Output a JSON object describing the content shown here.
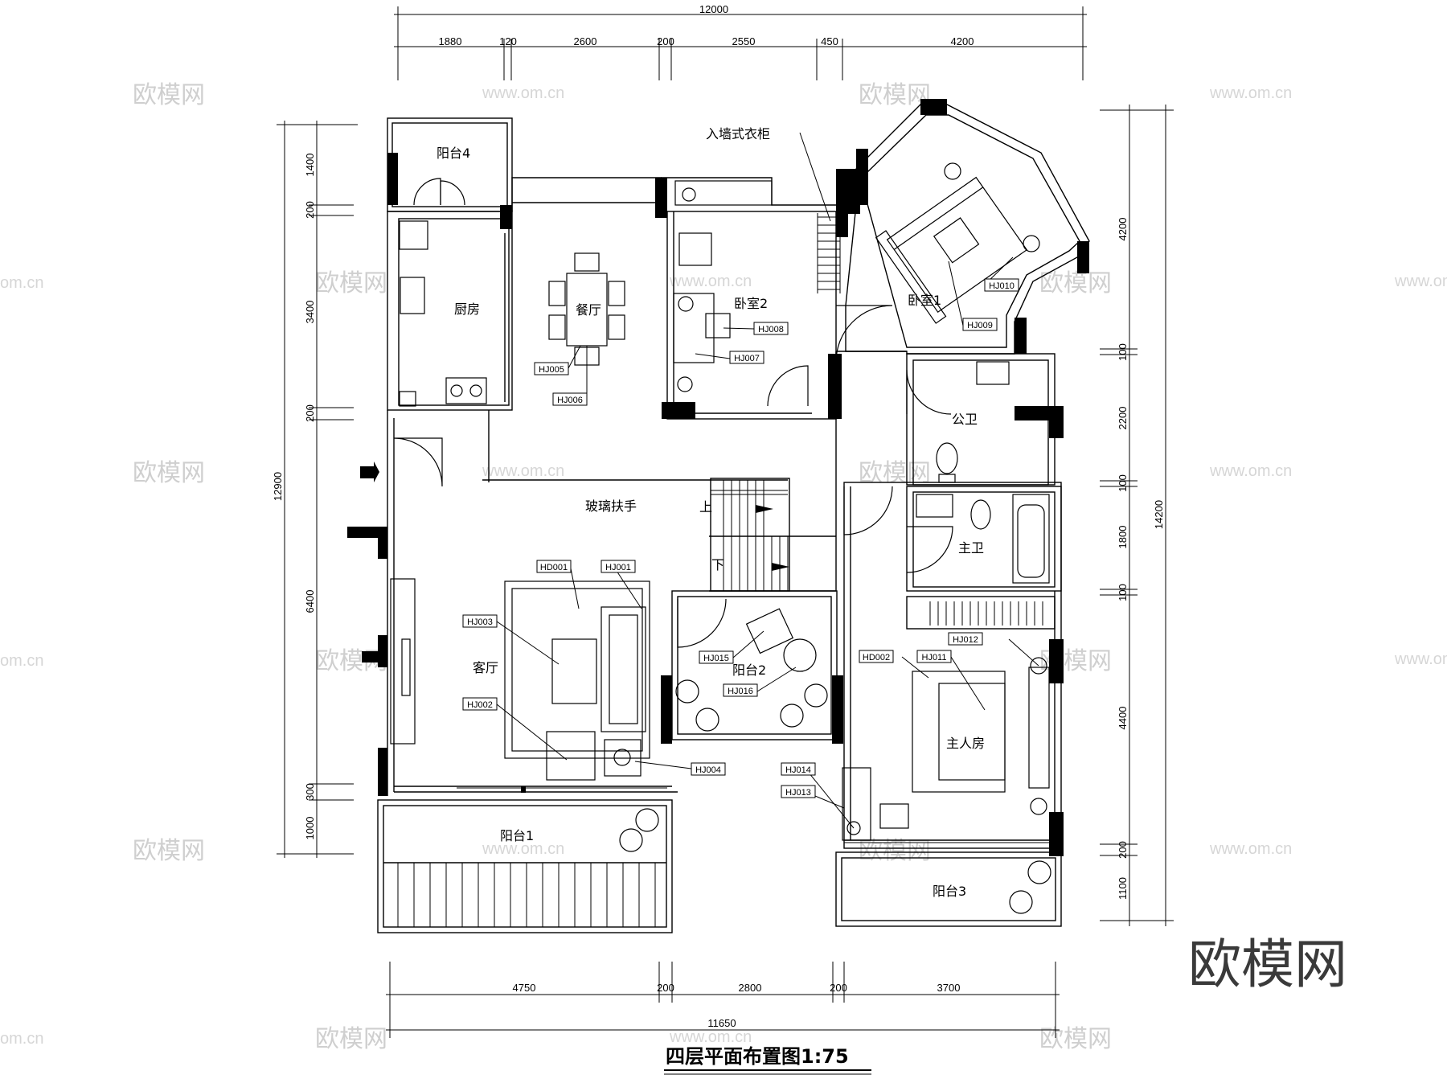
{
  "title": "四层平面布置图1:75",
  "logo": "欧模网",
  "watermark": {
    "text": "欧模网",
    "url": "www.om.cn",
    "url_short": "om.cn"
  },
  "dimensions": {
    "top_total": "12000",
    "top_segments": [
      "1880",
      "120",
      "2600",
      "200",
      "2550",
      "450",
      "4200"
    ],
    "bottom_total": "11650",
    "bottom_segments": [
      "4750",
      "200",
      "2800",
      "200",
      "3700"
    ],
    "left_total": "12900",
    "left_segments": [
      "1400",
      "200",
      "3400",
      "200",
      "6400",
      "300",
      "1000"
    ],
    "right_total": "14200",
    "right_segments": [
      "4200",
      "100",
      "2200",
      "100",
      "1800",
      "100",
      "4400",
      "200",
      "1100"
    ]
  },
  "rooms": {
    "balcony4": "阳台4",
    "kitchen": "厨房",
    "dining": "餐厅",
    "bedroom2": "卧室2",
    "bedroom1": "卧室1",
    "wardrobe": "入墙式衣柜",
    "public_bath": "公卫",
    "master_bath": "主卫",
    "living": "客厅",
    "balcony2": "阳台2",
    "master": "主人房",
    "balcony1": "阳台1",
    "balcony3": "阳台3",
    "glass_rail": "玻璃扶手",
    "up": "上",
    "down": "下"
  },
  "tags": [
    "HD001",
    "HJ001",
    "HJ003",
    "HJ002",
    "HJ004",
    "HJ005",
    "HJ006",
    "HJ007",
    "HJ008",
    "HJ009",
    "HJ010",
    "HJ011",
    "HJ012",
    "HD002",
    "HJ013",
    "HJ014",
    "HJ015",
    "HJ016"
  ]
}
